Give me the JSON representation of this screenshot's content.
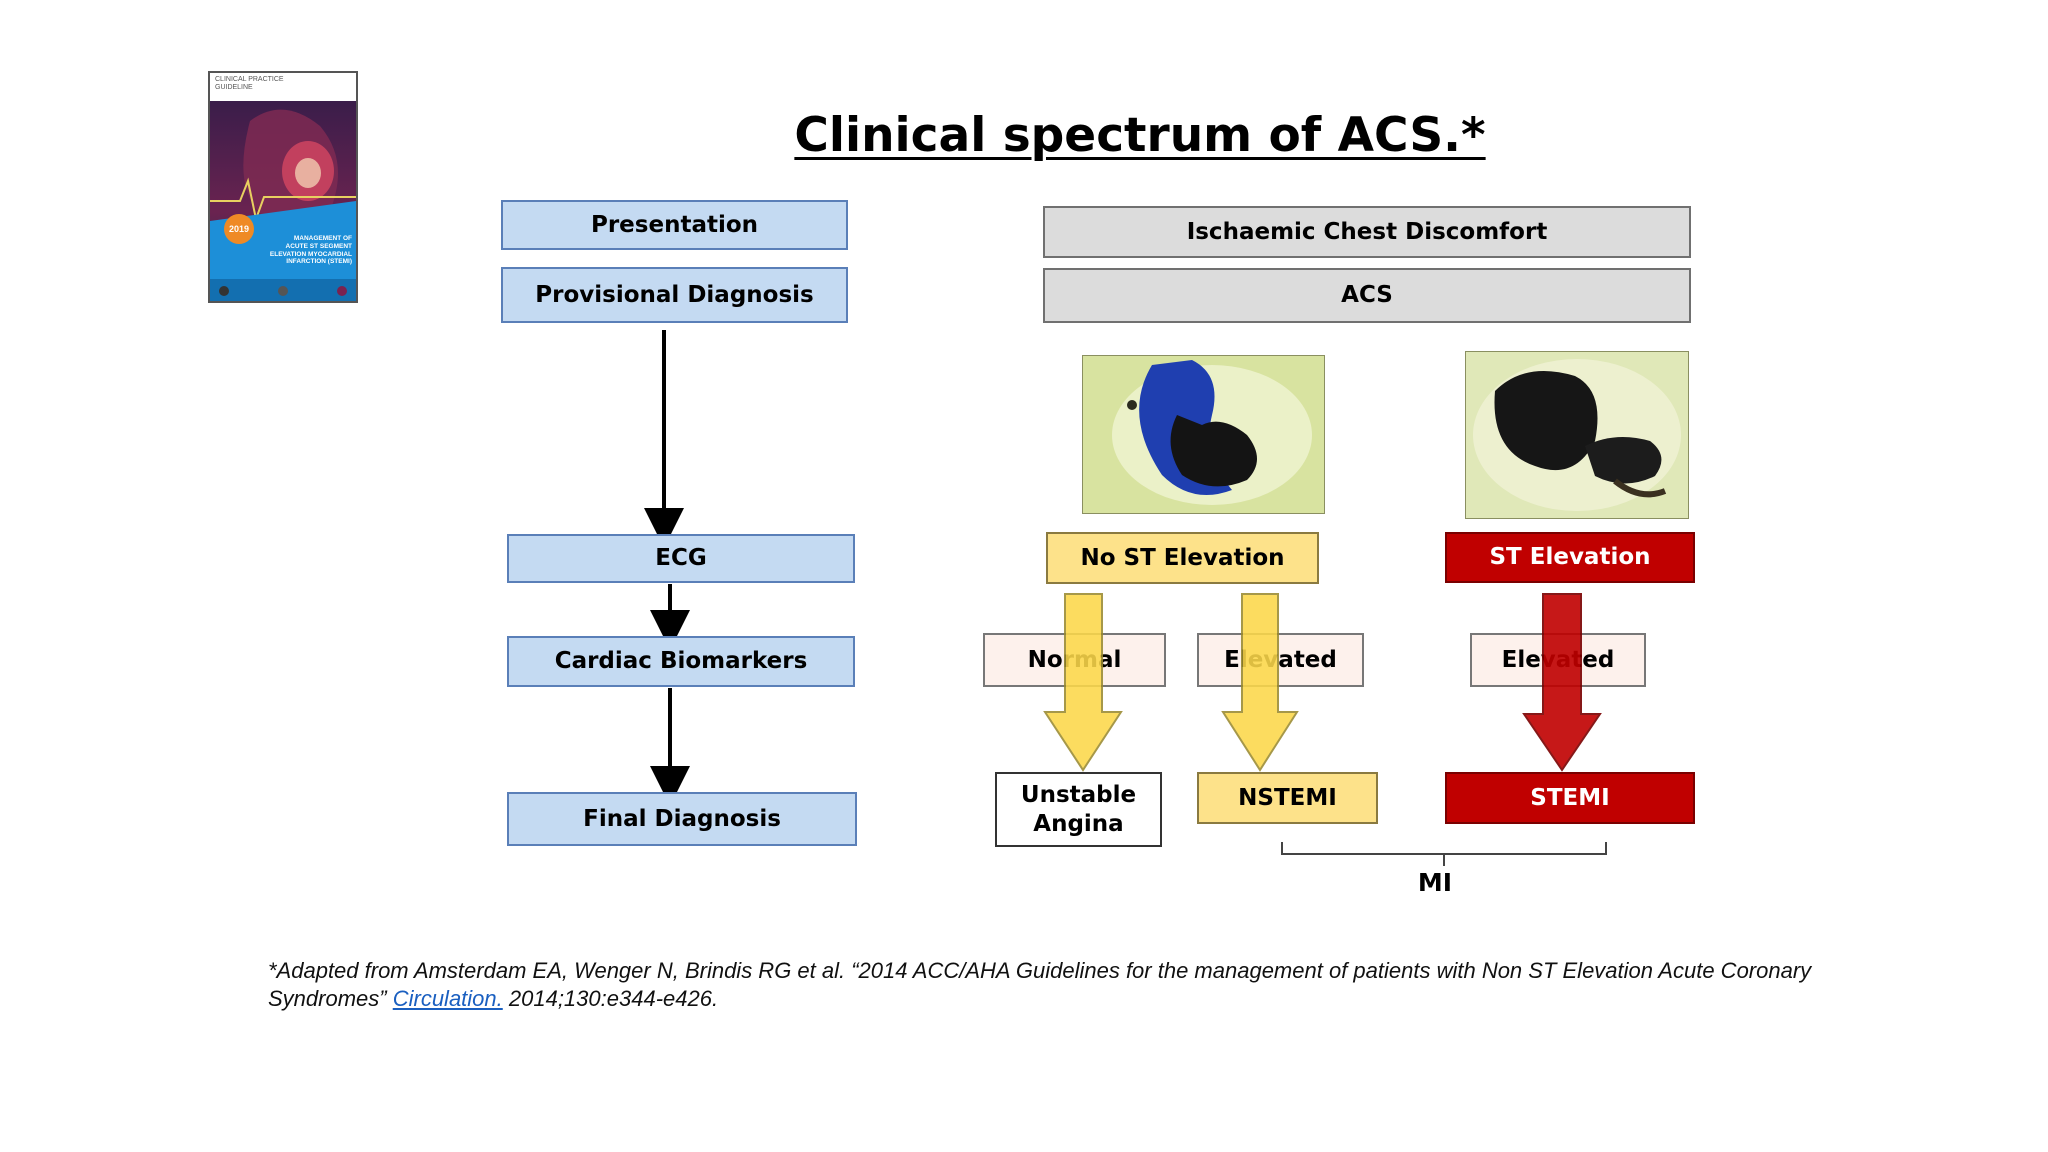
{
  "title": "Clinical spectrum of ACS.*",
  "left_column": {
    "presentation": "Presentation",
    "provisional_diagnosis": "Provisional Diagnosis",
    "ecg": "ECG",
    "cardiac_biomarkers": "Cardiac Biomarkers",
    "final_diagnosis": "Final Diagnosis"
  },
  "right_column": {
    "chest_discomfort": "Ischaemic Chest Discomfort",
    "acs": "ACS",
    "no_st_elevation": "No ST Elevation",
    "st_elevation": "ST Elevation",
    "normal": "Normal",
    "elevated_nstemi": "Elevated",
    "elevated_stemi": "Elevated",
    "unstable_angina_line1": "Unstable",
    "unstable_angina_line2": "Angina",
    "nstemi": "NSTEMI",
    "stemi": "STEMI",
    "mi": "MI"
  },
  "cover": {
    "header_line1": "CLINICAL PRACTICE",
    "header_line2": "GUIDELINE",
    "badge": "2019",
    "subtitle_line1": "MANAGEMENT OF",
    "subtitle_line2": "ACUTE ST SEGMENT",
    "subtitle_line3": "ELEVATION MYOCARDIAL",
    "subtitle_line4": "INFARCTION (STEMI)"
  },
  "footnote": {
    "text_before_link": "*Adapted from Amsterdam EA, Wenger N, Brindis RG et al. “2014 ACC/AHA Guidelines for the management of patients with Non ST Elevation Acute Coronary Syndromes” ",
    "link": "Circulation.",
    "text_after_link": " 2014;130:e344-e426."
  },
  "colors": {
    "blue_box": "#c4daf2",
    "gray_box": "#dcdcdc",
    "yellow": "#fde28a",
    "red": "#c00000",
    "pink_box": "#fdf1ec"
  }
}
